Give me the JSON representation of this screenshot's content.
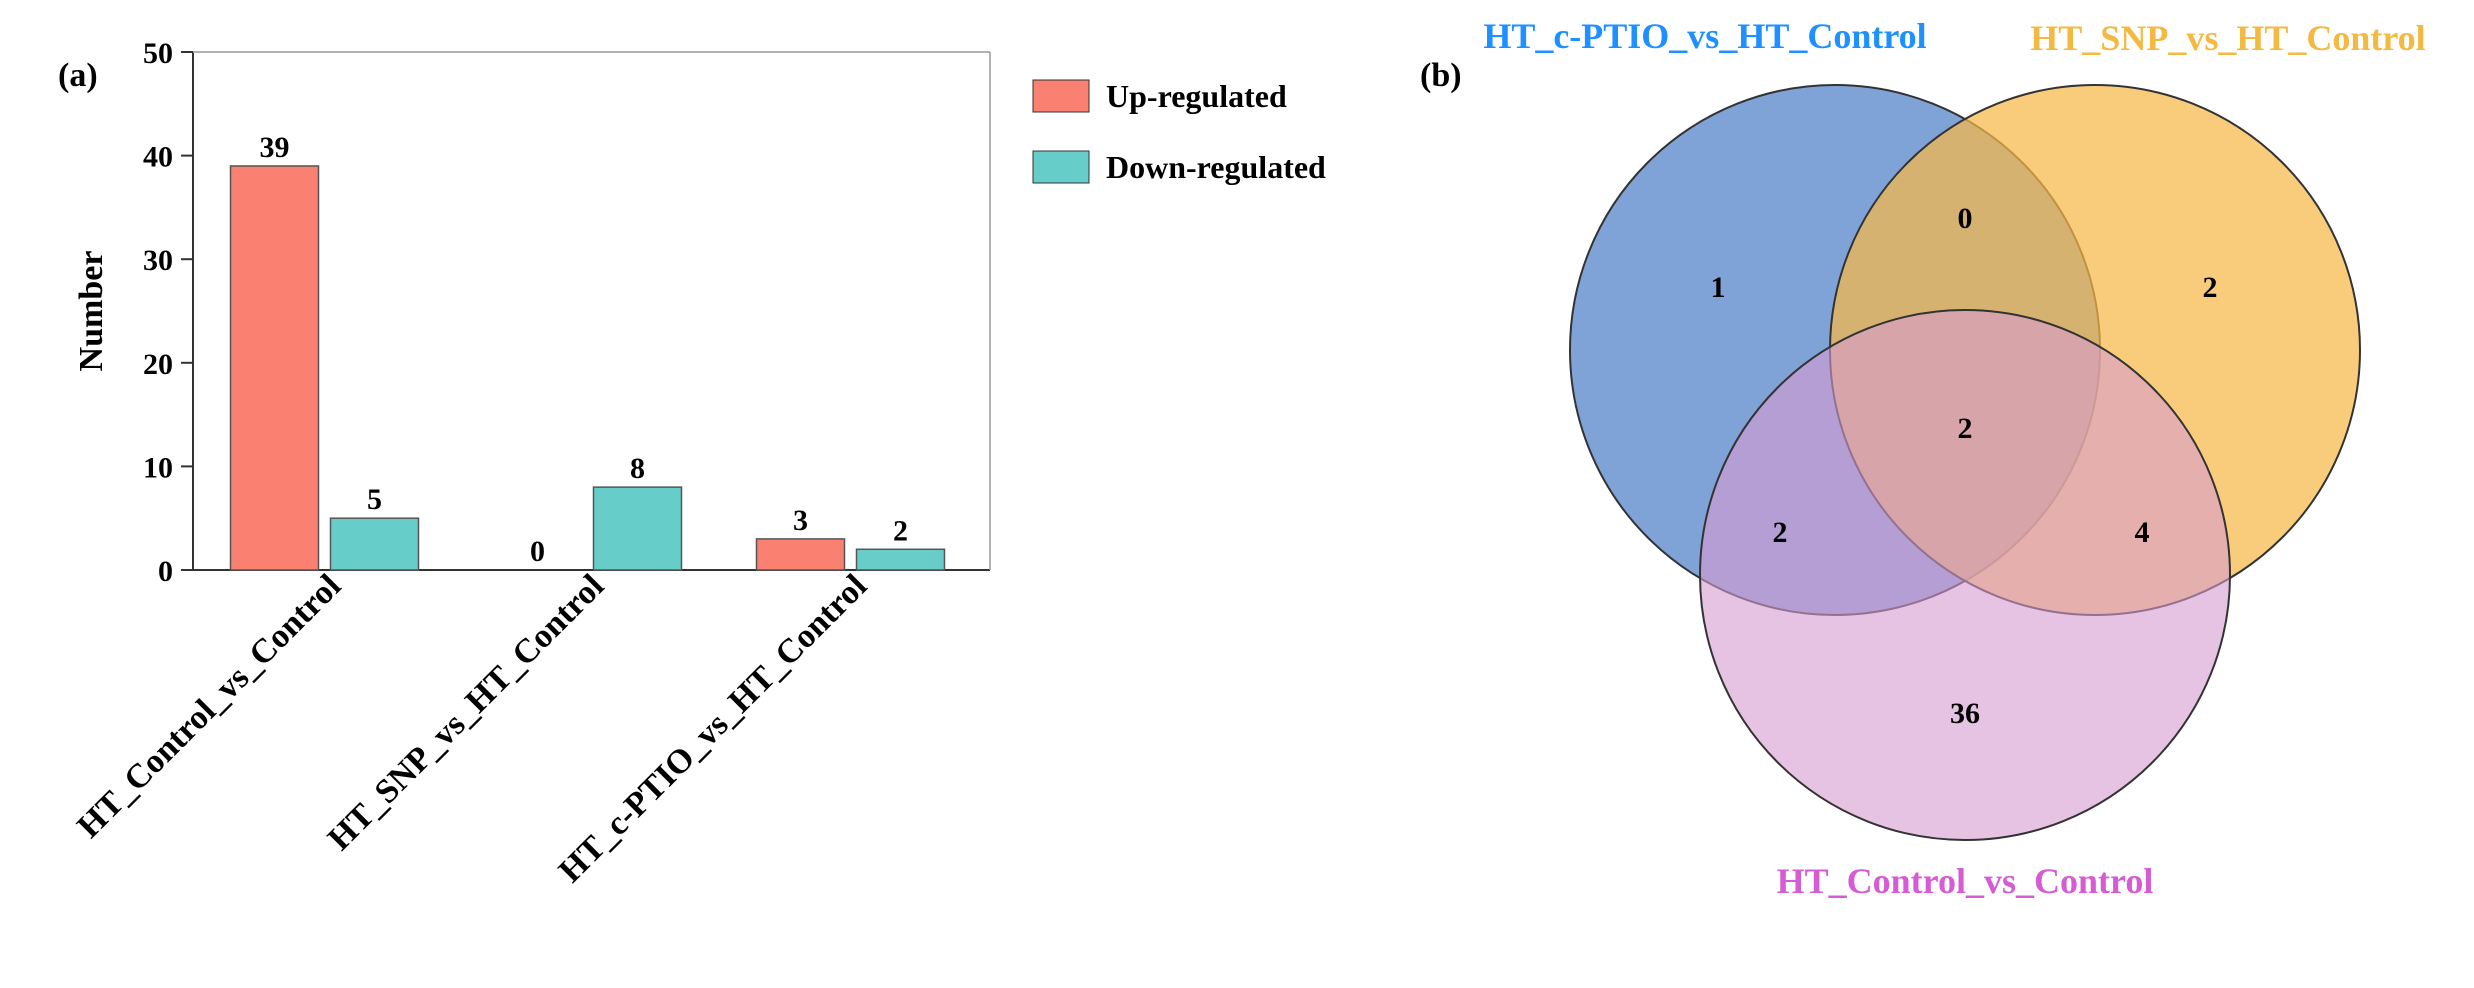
{
  "colors": {
    "up": "#FA8072",
    "down": "#66CDC8",
    "set_a": "#4F7FC8",
    "set_b": "#F7B849",
    "set_c": "#D79BD0",
    "label_a": "#1E90FF",
    "label_b": "#F4B942",
    "label_c": "#D65CD6"
  },
  "panel_a": {
    "label": "(a)",
    "chart_data": {
      "type": "bar",
      "categories": [
        "HT_Control_vs_Control",
        "HT_SNP_vs_HT_Control",
        "HT_c-PTIO_vs_HT_Control"
      ],
      "series": [
        {
          "name": "Up-regulated",
          "values": [
            39,
            0,
            3
          ]
        },
        {
          "name": "Down-regulated",
          "values": [
            5,
            8,
            2
          ]
        }
      ],
      "ylabel": "Number",
      "ylim": [
        0,
        50
      ],
      "yticks": [
        0,
        10,
        20,
        30,
        40,
        50
      ],
      "legend_position": "right"
    }
  },
  "panel_b": {
    "label": "(b)",
    "venn": {
      "sets": [
        "HT_c-PTIO_vs_HT_Control",
        "HT_SNP_vs_HT_Control",
        "HT_Control_vs_Control"
      ],
      "regions": {
        "a_only": 1,
        "b_only": 2,
        "c_only": 36,
        "ab_only": 0,
        "ac_only": 2,
        "bc_only": 4,
        "abc": 2
      }
    }
  }
}
